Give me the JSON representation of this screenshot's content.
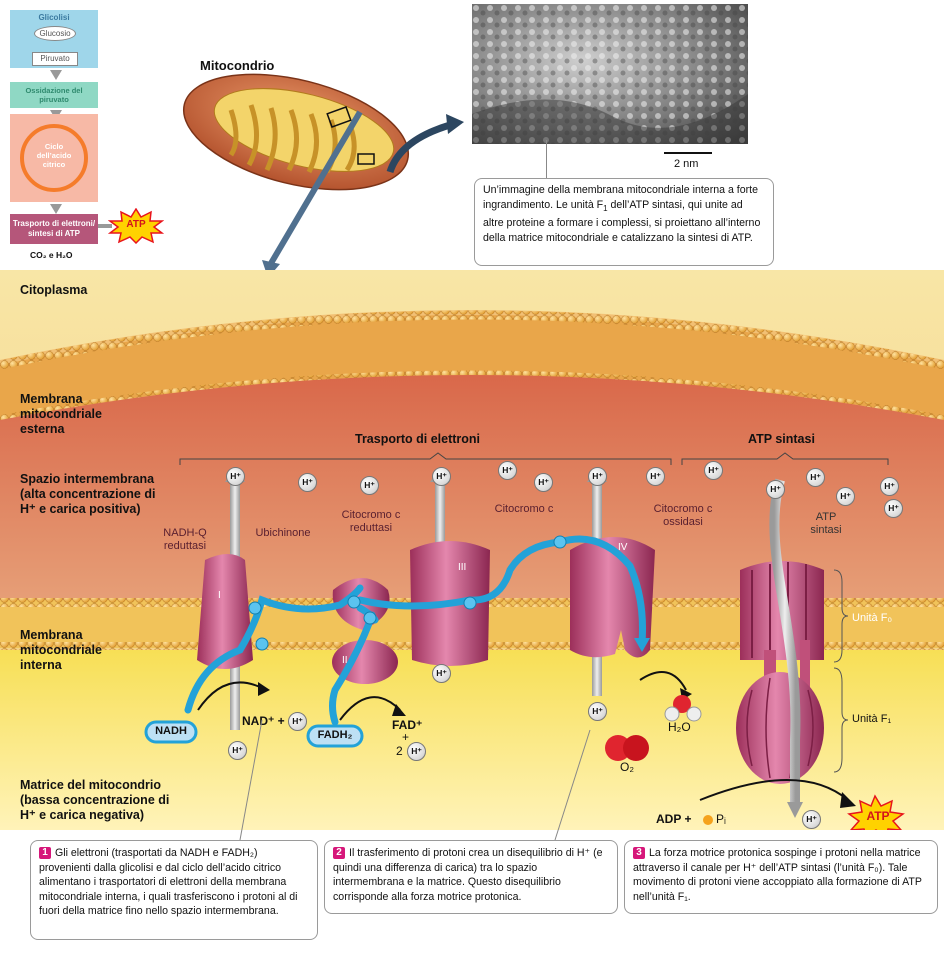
{
  "pathway": {
    "glicolisi": "Glicolisi",
    "glucosio": "Glucosio",
    "piruvato": "Piruvato",
    "ossidazione": "Ossidazione del piruvato",
    "ciclo": "Ciclo dell’acido citrico",
    "trasporto": "Trasporto di elettroni/ sintesi di ATP",
    "atp": "ATP",
    "products": "CO₂ e H₂O"
  },
  "mitochondrion_label": "Mitocondrio",
  "micrograph": {
    "scale": "2 nm",
    "caption_a": "Un’immagine della membrana mitocondriale interna a forte ingrandimento. Le unità F",
    "caption_sub": "1",
    "caption_b": " dell’ATP sintasi, qui unite ad altre proteine a formare i complessi, si proiettano all’interno della matrice mitocondriale e catalizzano la sintesi di ATP."
  },
  "zones": {
    "citoplasma": "Citoplasma",
    "membrana_esterna": "Membrana mitocondriale esterna",
    "spazio": "Spazio intermembrana (alta concentrazione di H⁺ e carica positiva)",
    "membrana_interna": "Membrana mitocondriale interna",
    "matrice": "Matrice del mitocondrio (bassa concentrazione di H⁺ e carica negativa)"
  },
  "headers": {
    "trasporto": "Trasporto di elettroni",
    "atp_sintasi": "ATP sintasi"
  },
  "complexes": {
    "nadhq": "NADH-Q reduttasi",
    "ubichinone": "Ubichinone",
    "citocromo_red": "Citocromo c reduttasi",
    "citocromo_c": "Citocromo c",
    "citocromo_oss": "Citocromo c ossidasi",
    "atp_sintasi": "ATP sintasi",
    "roman": [
      "I",
      "II",
      "III",
      "IV"
    ],
    "unita_f0": "Unità F₀",
    "unita_f1": "Unità F₁"
  },
  "molecules": {
    "hplus": "H⁺",
    "nadh": "NADH",
    "nad": "NAD⁺ +",
    "fadh2": "FADH₂",
    "fad": "FAD⁺",
    "plus": "+",
    "two": "2",
    "o2": "O₂",
    "h2o": "H₂O",
    "adp": "ADP +",
    "pi": "Pᵢ",
    "atp": "ATP"
  },
  "callouts": [
    {
      "num": "1",
      "text": "Gli elettroni (trasportati da NADH e FADH₂) provenienti dalla glicolisi e dal ciclo dell’acido citrico alimentano i trasportatori di elettroni della membrana mitocondriale interna, i quali trasferiscono i protoni al di fuori della matrice fino nello spazio intermembrana."
    },
    {
      "num": "2",
      "text": "Il trasferimento di protoni crea un disequilibrio di H⁺ (e quindi una differenza di carica) tra lo spazio intermembrana e la matrice. Questo disequilibrio corrisponde alla forza motrice protonica."
    },
    {
      "num": "3",
      "text": "La forza motrice protonica sospinge i protoni nella matrice attraverso il canale per H⁺ dell’ATP sintasi (l’unità F₀). Tale movimento di protoni viene accoppiato alla formazione di ATP nell’unità F₁."
    }
  ]
}
